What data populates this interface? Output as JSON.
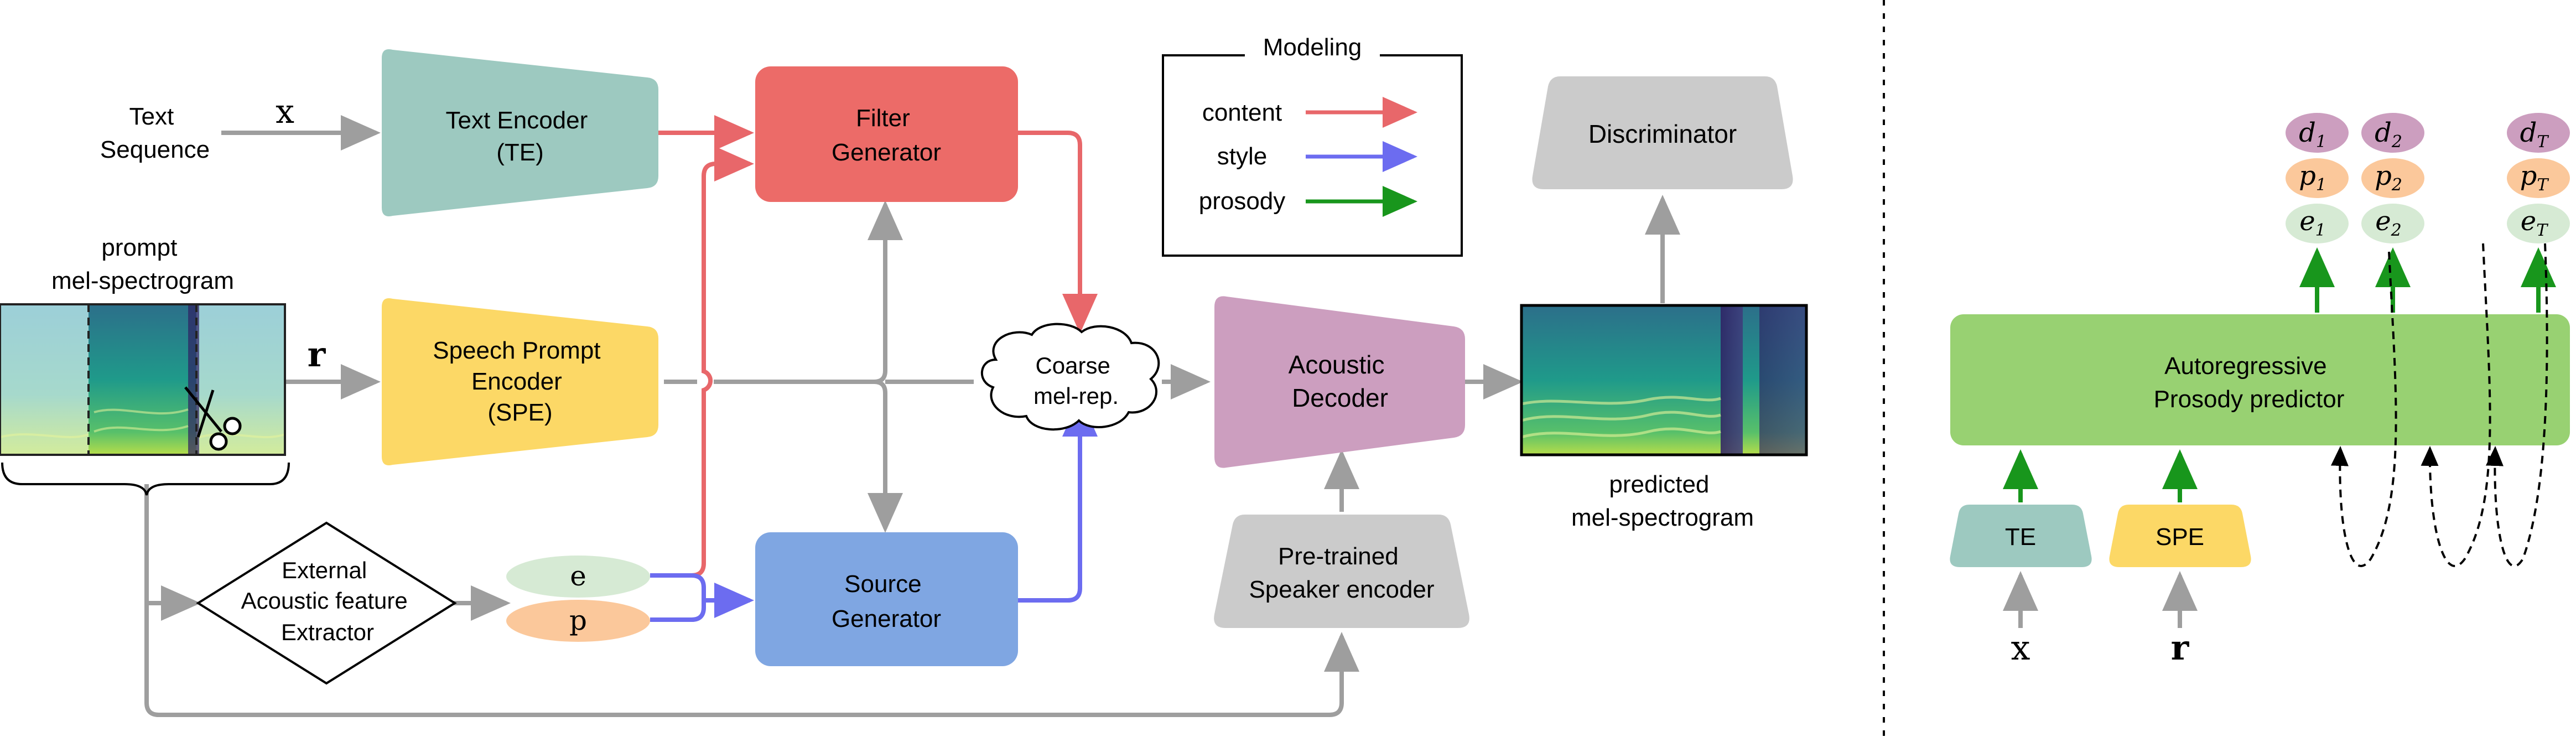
{
  "left": {
    "text_sequence": [
      "Text",
      "Sequence"
    ],
    "x_symbol": "x",
    "r_symbol": "r",
    "prompt_title": [
      "prompt",
      "mel-spectrogram"
    ],
    "text_encoder": [
      "Text Encoder",
      "(TE)"
    ],
    "speech_prompt_encoder": [
      "Speech Prompt",
      "Encoder",
      "(SPE)"
    ],
    "filter_generator": [
      "Filter",
      "Generator"
    ],
    "source_generator": [
      "Source",
      "Generator"
    ],
    "external_extractor": [
      "External",
      "Acoustic feature",
      "Extractor"
    ],
    "e_symbol": "e",
    "p_symbol": "p",
    "coarse": [
      "Coarse",
      "mel-rep."
    ],
    "acoustic_decoder": [
      "Acoustic",
      "Decoder"
    ],
    "pretrained_speaker": [
      "Pre-trained",
      "Speaker encoder"
    ],
    "discriminator": "Discriminator",
    "predicted": [
      "predicted",
      "mel-spectrogram"
    ]
  },
  "legend": {
    "title": "Modeling",
    "items": [
      {
        "label": "content",
        "color": "#e8676a"
      },
      {
        "label": "style",
        "color": "#6c6cf0"
      },
      {
        "label": "prosody",
        "color": "#18961c"
      }
    ]
  },
  "right": {
    "te": "TE",
    "spe": "SPE",
    "x_symbol": "x",
    "r_symbol": "r",
    "predictor": [
      "Autoregressive",
      "Prosody predictor"
    ],
    "tokens": [
      {
        "d": "d",
        "d_sub": "1",
        "p": "p",
        "p_sub": "1",
        "e": "e",
        "e_sub": "1"
      },
      {
        "d": "d",
        "d_sub": "2",
        "p": "p",
        "p_sub": "2",
        "e": "e",
        "e_sub": "2"
      },
      {
        "d": "d",
        "d_sub": "T",
        "p": "p",
        "p_sub": "T",
        "e": "e",
        "e_sub": "T"
      }
    ]
  },
  "colors": {
    "content": "#e8676a",
    "style": "#6c6cf0",
    "prosody": "#18961c",
    "gray": "#9e9e9e",
    "te_fill": "#9dc9c0",
    "spe_fill": "#fcd866",
    "filter_fill": "#ec6b68",
    "source_fill": "#7fa6e2",
    "decoder_fill": "#cc9ebf",
    "gray_fill": "#cbcbcb",
    "predictor_fill": "#98d172",
    "e_fill": "#d6ead4",
    "p_fill": "#fbc89b",
    "d_fill": "#cc9ebf"
  }
}
